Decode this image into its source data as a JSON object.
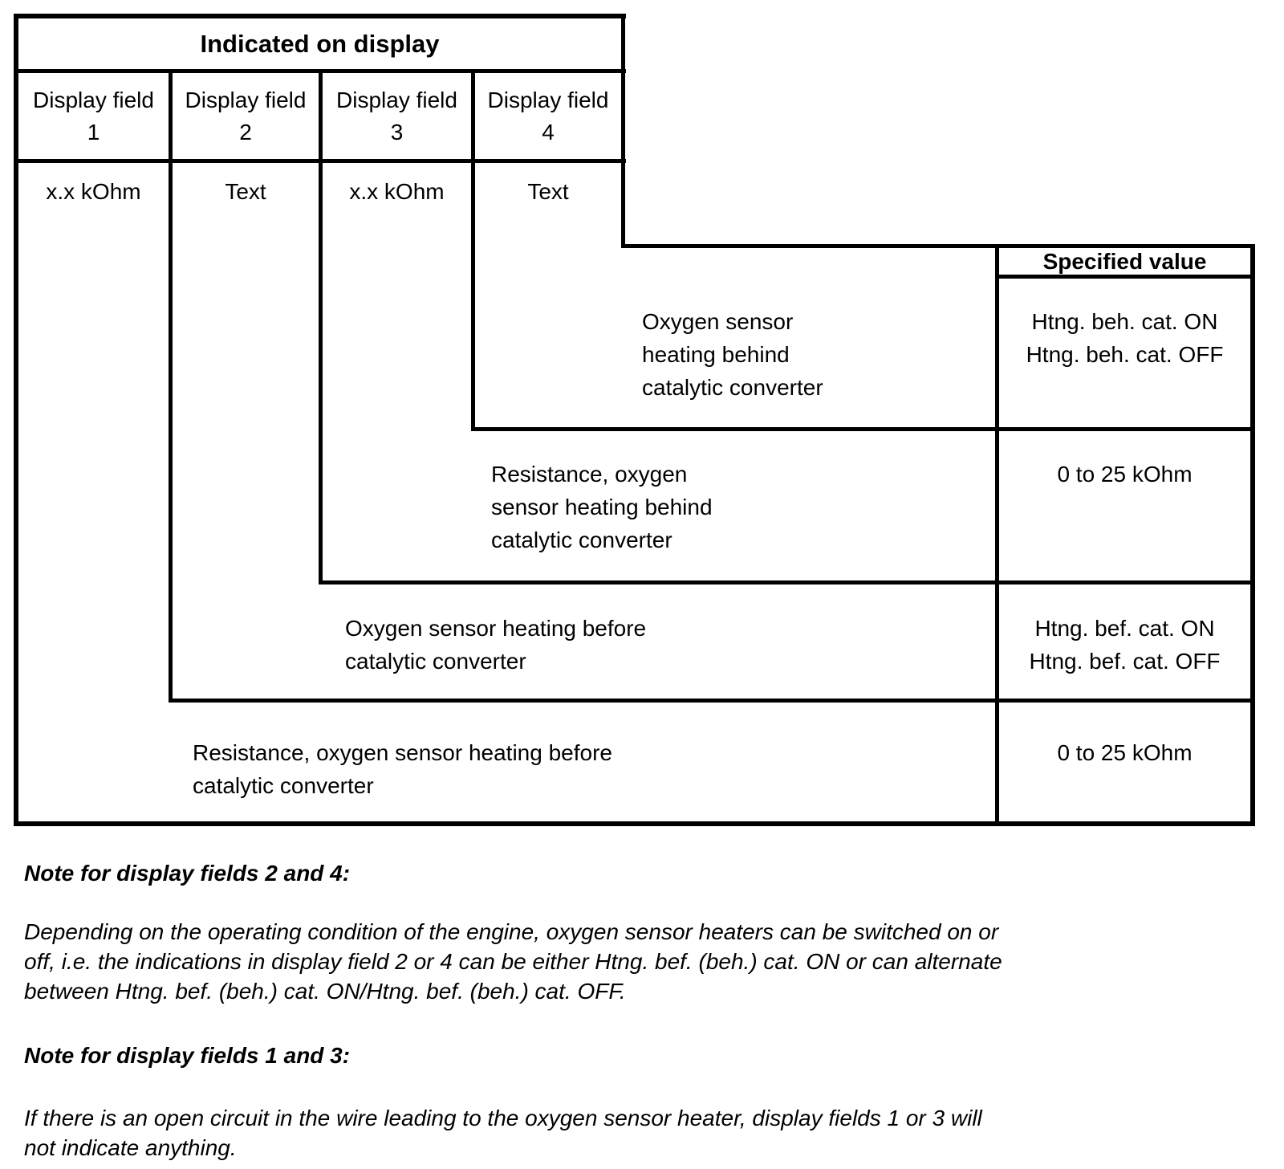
{
  "page": {
    "background": "#ffffff",
    "text_color": "#000000"
  },
  "table": {
    "title": "Indicated on display",
    "columns": [
      {
        "header": "Display field\n1",
        "value": "x.x kOhm"
      },
      {
        "header": "Display field\n2",
        "value": "Text"
      },
      {
        "header": "Display field\n3",
        "value": "x.x kOhm"
      },
      {
        "header": "Display field\n4",
        "value": "Text"
      }
    ],
    "specified_value_header": "Specified value",
    "rows": [
      {
        "description": "Oxygen sensor\nheating behind\ncatalytic converter",
        "specified_value": "Htng. beh. cat. ON\nHtng. beh. cat. OFF"
      },
      {
        "description": "Resistance, oxygen\nsensor heating behind\ncatalytic converter",
        "specified_value": "0 to 25 kOhm"
      },
      {
        "description": "Oxygen sensor heating before\ncatalytic converter",
        "specified_value": "Htng. bef. cat. ON\nHtng. bef. cat. OFF"
      },
      {
        "description": "Resistance, oxygen sensor heating before\ncatalytic converter",
        "specified_value": "0 to 25 kOhm"
      }
    ]
  },
  "notes": [
    {
      "heading": "Note for display fields 2 and 4:",
      "body": "Depending on the operating condition of the engine, oxygen sensor heaters can be switched on or\noff, i.e. the indications in display field 2 or 4 can be either Htng. bef. (beh.) cat. ON or can alternate\nbetween Htng. bef. (beh.) cat. ON/Htng. bef. (beh.) cat. OFF."
    },
    {
      "heading": "Note for display fields 1 and 3:",
      "body": "If there is an open circuit in the wire leading to the oxygen sensor heater, display fields 1 or 3 will\nnot indicate anything."
    }
  ]
}
